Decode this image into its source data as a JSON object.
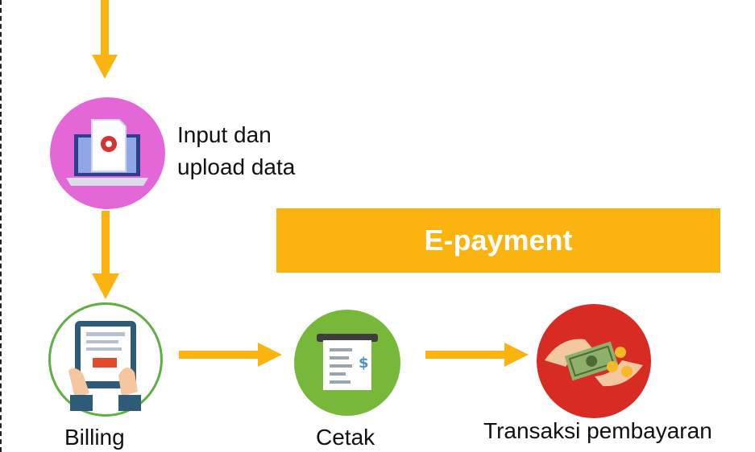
{
  "colors": {
    "arrow": "#FBB40F",
    "banner": "#FBB40F",
    "input_node": "#E467D8",
    "billing_ring": "#5FB043",
    "cetak_node": "#77B83A",
    "transaksi_node": "#D72B23"
  },
  "nodes": {
    "input": {
      "label_line1": "Input dan",
      "label_line2": "upload data",
      "icon": "laptop-document-icon"
    },
    "billing": {
      "label": "Billing",
      "icon": "tablet-billing-icon"
    },
    "cetak": {
      "label": "Cetak",
      "icon": "printer-receipt-icon"
    },
    "transaksi": {
      "label": "Transaksi pembayaran",
      "icon": "hand-money-icon"
    }
  },
  "banner": {
    "label": "E-payment"
  }
}
